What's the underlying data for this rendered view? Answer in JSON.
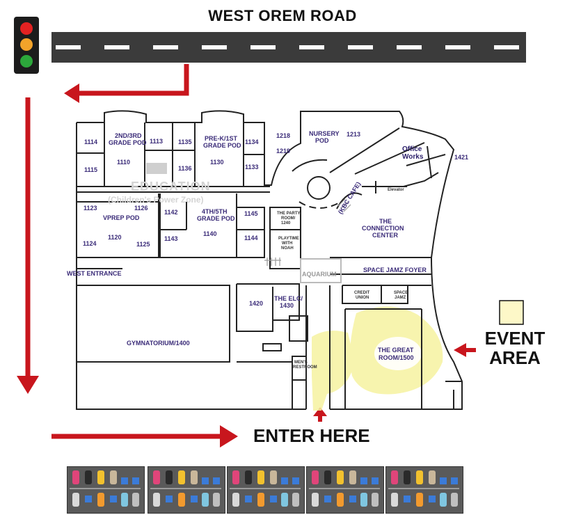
{
  "road": {
    "name": "WEST OREM ROAD"
  },
  "callouts": {
    "event_area_line1": "EVENT",
    "event_area_line2": "AREA",
    "enter_here": "ENTER HERE"
  },
  "rooms": {
    "r1114": "1114",
    "r1115": "1115",
    "r1110": "1110",
    "pod23": "2ND/3RD",
    "pod23b": "GRADE POD",
    "r1113": "1113",
    "r1135": "1135",
    "r1136": "1136",
    "prek1": "PRE-K/1ST",
    "prek1b": "GRADE POD",
    "r1130": "1130",
    "r1134": "1134",
    "r1133": "1133",
    "r1218": "1218",
    "r1219": "1219",
    "nursery": "NURSERY",
    "nurseryb": "POD",
    "r1213": "1213",
    "office": "Office",
    "officeb": "Works",
    "r1421": "1421",
    "elevator": "Elevator",
    "education": "EDUCATION",
    "education_sub": "(Children's Power Zone)",
    "r1123": "1123",
    "r1126": "1126",
    "vprep": "VPREP POD",
    "r1120": "1120",
    "r1124": "1124",
    "r1125": "1125",
    "r1142": "1142",
    "r1143": "1143",
    "pod45": "4TH/5TH",
    "pod45b": "GRADE POD",
    "r1140": "1140",
    "r1145": "1145",
    "r1144": "1144",
    "party": "THE PARTY",
    "partyb": "ROOM/",
    "partyc": "1240",
    "playtime": "PLAYTIME",
    "playtimeb": "WITH",
    "playtimec": "NOAH",
    "kbc": "(KBC CAFE)",
    "connection": "THE",
    "connectionb": "CONNECTION",
    "connectionc": "CENTER",
    "west_entrance": "WEST ENTRANCE",
    "aquarium": "AQUARIUM",
    "space_foyer": "SPACE JAMZ FOYER",
    "credit": "CREDIT",
    "creditb": "UNION",
    "spacejamz": "SPACE",
    "spacejamzb": "JAMZ",
    "r1420": "1420",
    "elc": "THE ELC/",
    "elcb": "1430",
    "gym": "GYMNATORIUM/1400",
    "great": "THE GREAT",
    "greatb": "ROOM/1500",
    "mens": "MEN'S",
    "mensb": "RESTROOM"
  },
  "colors": {
    "road": "#3b3b3b",
    "arrow": "#c8161d",
    "room_text": "#3a2b78",
    "highlight": "#f6f3a0",
    "event_box": "#fdf8c8"
  }
}
